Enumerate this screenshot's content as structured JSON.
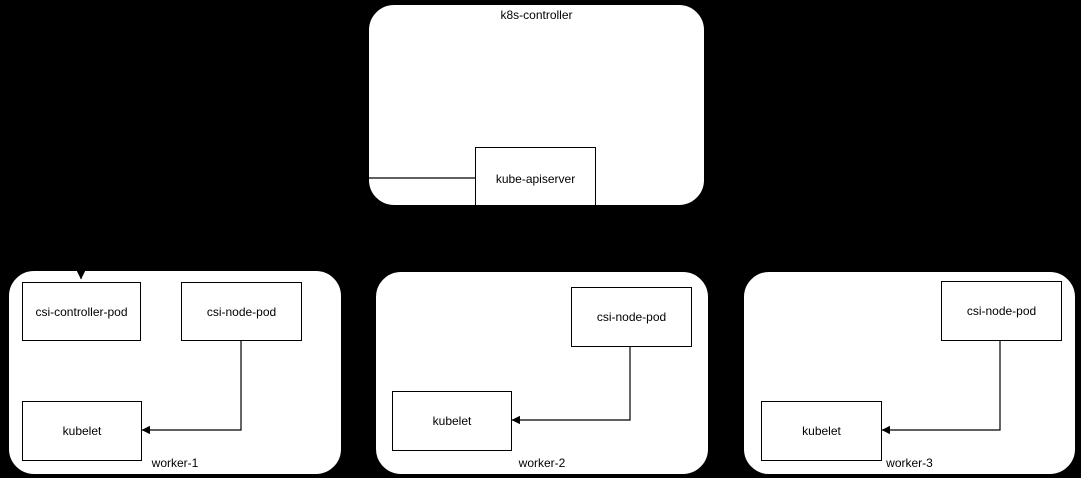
{
  "canvas": {
    "background_color": "#000000",
    "shape_fill_color": "#ffffff",
    "line_color": "#000000"
  },
  "controller": {
    "label": "k8s-controller",
    "apiserver": {
      "label": "kube-apiserver"
    }
  },
  "workers": [
    {
      "label": "worker-1",
      "csi_controller_pod": "csi-controller-pod",
      "csi_node_pod": "csi-node-pod",
      "kubelet": "kubelet"
    },
    {
      "label": "worker-2",
      "csi_node_pod": "csi-node-pod",
      "kubelet": "kubelet"
    },
    {
      "label": "worker-3",
      "csi_node_pod": "csi-node-pod",
      "kubelet": "kubelet"
    }
  ],
  "edges": [
    {
      "from": "kube-apiserver",
      "to": "worker-1 csi-controller-pod",
      "arrow_at": "target"
    },
    {
      "from": "worker-1 csi-node-pod",
      "to": "worker-1 kubelet",
      "arrow_at": "target"
    },
    {
      "from": "worker-2 csi-node-pod",
      "to": "worker-2 kubelet",
      "arrow_at": "target"
    },
    {
      "from": "worker-3 csi-node-pod",
      "to": "worker-3 kubelet",
      "arrow_at": "target"
    }
  ]
}
